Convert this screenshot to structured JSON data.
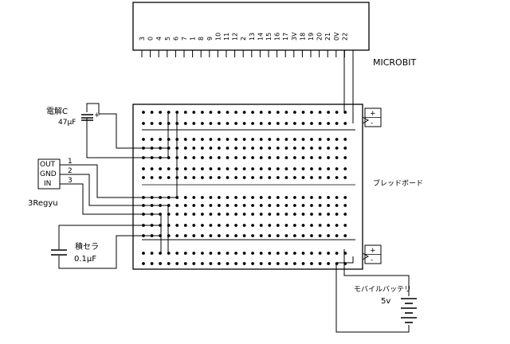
{
  "microbit": {
    "label": "MICROBIT",
    "pins": [
      "3",
      "0",
      "4",
      "5",
      "6",
      "7",
      "1",
      "8",
      "9",
      "10",
      "11",
      "12",
      "2",
      "13",
      "14",
      "15",
      "16",
      "17",
      "3V",
      "18",
      "19",
      "20",
      "21",
      "0V",
      "22"
    ]
  },
  "breadboard": {
    "label": "ブレッドボード",
    "plus": "+",
    "minus": "-"
  },
  "capacitor_electrolytic": {
    "name": "電解C",
    "value": "47μF",
    "polarity": "+"
  },
  "capacitor_ceramic": {
    "name": "積セラ",
    "value": "0.1μF"
  },
  "regulator": {
    "name": "3Regyu",
    "pins": [
      {
        "label": "OUT",
        "num": "1"
      },
      {
        "label": "GND",
        "num": "2"
      },
      {
        "label": "IN",
        "num": "3"
      }
    ]
  },
  "battery": {
    "name": "モバイルバッテリ",
    "voltage": "5v"
  }
}
